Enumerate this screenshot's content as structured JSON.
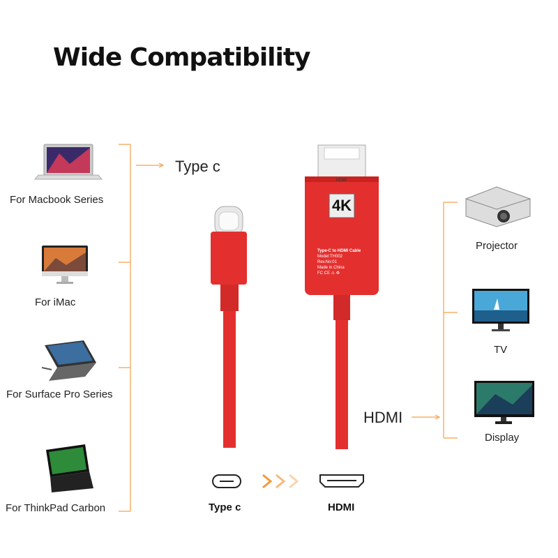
{
  "title": "Wide Compatibility",
  "left_devices": [
    {
      "label": "For Macbook Series",
      "icon": "laptop-icon"
    },
    {
      "label": "For iMac",
      "icon": "imac-icon"
    },
    {
      "label": "For Surface Pro Series",
      "icon": "tablet-icon"
    },
    {
      "label": "For ThinkPad Carbon",
      "icon": "thinkpad-icon"
    }
  ],
  "right_devices": [
    {
      "label": "Projector",
      "icon": "projector-icon"
    },
    {
      "label": "TV",
      "icon": "tv-icon"
    },
    {
      "label": "Display",
      "icon": "monitor-icon"
    }
  ],
  "type_c_label": "Type c",
  "hdmi_label": "HDMI",
  "cable": {
    "badge": "4K",
    "port_text": "HDMI",
    "spec_lines": [
      "Type-C to HDMI Cable",
      "Model:TH002",
      "Rev.No:01",
      "Made in China",
      "FC CE ⚠ ♻"
    ]
  },
  "bottom": {
    "left_label": "Type c",
    "right_label": "HDMI"
  },
  "colors": {
    "accent": "#f5a04a",
    "cable_red": "#e3302f",
    "cable_dark": "#c9221f"
  }
}
